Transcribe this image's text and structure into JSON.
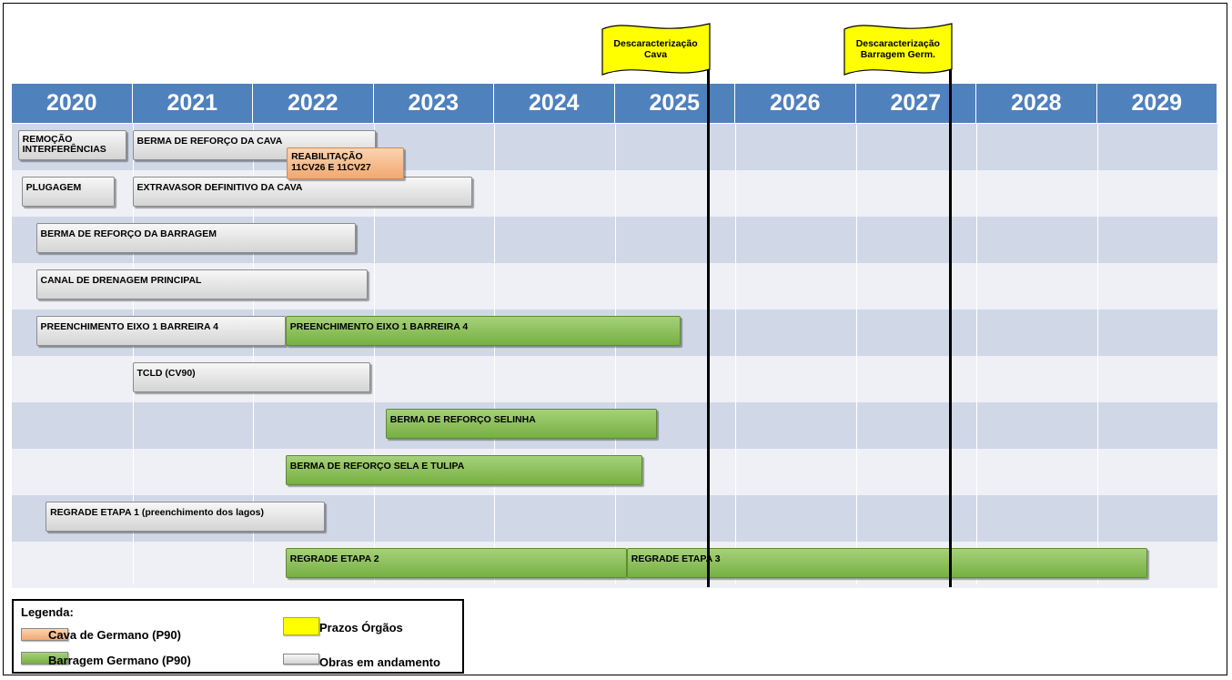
{
  "chart_data": {
    "type": "gantt",
    "years": [
      "2020",
      "2021",
      "2022",
      "2023",
      "2024",
      "2025",
      "2026",
      "2027",
      "2028",
      "2029"
    ],
    "tasks": [
      {
        "label": "REMOÇÃO INTERFERÊNCIAS",
        "category": "obra",
        "row": 0,
        "start": 2020.05,
        "end": 2020.95
      },
      {
        "label": "BERMA DE REFORÇO DA CAVA",
        "category": "obra",
        "row": 0,
        "start": 2021.0,
        "end": 2023.02
      },
      {
        "label": "REABILITAÇÃO 11CV26 E 11CV27",
        "category": "cava",
        "row": 0,
        "start": 2022.28,
        "end": 2023.25
      },
      {
        "label": "PLUGAGEM",
        "category": "obra",
        "row": 1,
        "start": 2020.08,
        "end": 2020.85
      },
      {
        "label": "EXTRAVASOR DEFINITIVO DA CAVA",
        "category": "obra",
        "row": 1,
        "start": 2021.0,
        "end": 2023.82
      },
      {
        "label": "BERMA DE REFORÇO DA BARRAGEM",
        "category": "obra",
        "row": 2,
        "start": 2020.2,
        "end": 2022.85
      },
      {
        "label": "CANAL DE DRENAGEM PRINCIPAL",
        "category": "obra",
        "row": 3,
        "start": 2020.2,
        "end": 2022.95
      },
      {
        "label": "PREENCHIMENTO EIXO 1 BARREIRA 4",
        "category": "obra",
        "row": 4,
        "start": 2020.2,
        "end": 2022.27
      },
      {
        "label": "PREENCHIMENTO EIXO 1 BARREIRA 4",
        "category": "barragem",
        "row": 4,
        "start": 2022.27,
        "end": 2025.55
      },
      {
        "label": "TCLD (CV90)",
        "category": "obra",
        "row": 5,
        "start": 2021.0,
        "end": 2022.97
      },
      {
        "label": "BERMA DE REFORÇO SELINHA",
        "category": "barragem",
        "row": 6,
        "start": 2023.1,
        "end": 2025.35
      },
      {
        "label": "BERMA DE REFORÇO SELA E TULIPA",
        "category": "barragem",
        "row": 7,
        "start": 2022.27,
        "end": 2025.23
      },
      {
        "label": "REGRADE ETAPA 1 (preenchimento dos lagos)",
        "category": "obra",
        "row": 8,
        "start": 2020.28,
        "end": 2022.6
      },
      {
        "label": "REGRADE ETAPA 2",
        "category": "barragem",
        "row": 9,
        "start": 2022.27,
        "end": 2025.1
      },
      {
        "label": "REGRADE ETAPA 3",
        "category": "barragem",
        "row": 9,
        "start": 2025.1,
        "end": 2029.42
      }
    ],
    "milestones": [
      {
        "label_line1": "Descaracterização",
        "label_line2": "Cava",
        "date": 2025.77
      },
      {
        "label_line1": "Descaracterização",
        "label_line2": "Barragem Germ.",
        "date": 2027.78
      }
    ],
    "legend": {
      "title": "Legenda:",
      "items": [
        {
          "label": "Cava de Germano (P90)",
          "color": "#f2a871"
        },
        {
          "label": "Barragem Germano (P90)",
          "color": "#76b041"
        },
        {
          "label": "Prazos Órgãos",
          "color": "#ffff00"
        },
        {
          "label": "Obras em andamento",
          "color": "#dcdcdc"
        }
      ]
    },
    "colors": {
      "header": "#4f81bd",
      "row_dark": "#d0d8e8",
      "row_light": "#eef0f5",
      "barragem": "#76b041",
      "cava": "#f2a871",
      "obra": "#dcdcdc",
      "flag": "#ffff00"
    }
  }
}
